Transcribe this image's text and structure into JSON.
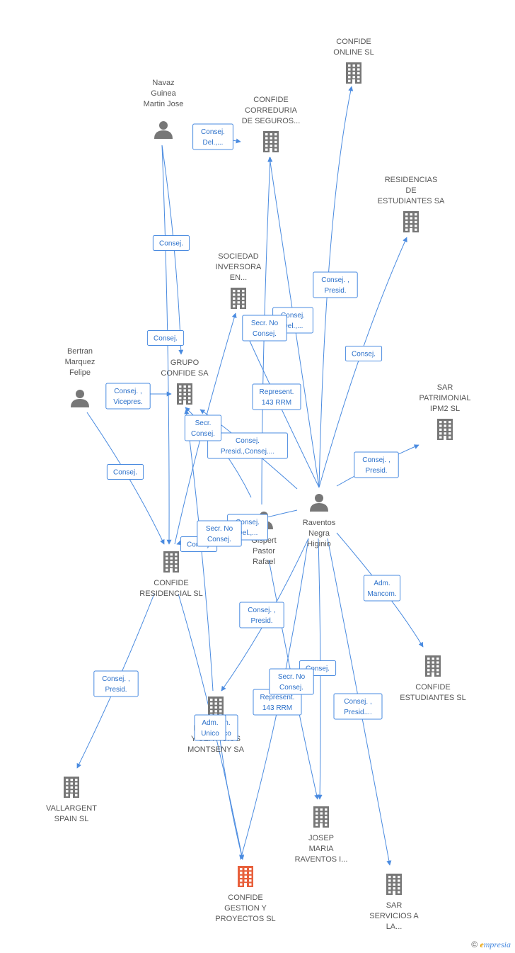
{
  "colors": {
    "edge": "#4a8be0",
    "label": "#2a6fc9",
    "node": "#777777",
    "focus": "#e8603c"
  },
  "nodes": [
    {
      "id": "confide_online",
      "type": "company",
      "lines": [
        "CONFIDE",
        "ONLINE SL"
      ]
    },
    {
      "id": "confide_correduria",
      "type": "company",
      "lines": [
        "CONFIDE",
        "CORREDURIA",
        "DE SEGUROS..."
      ]
    },
    {
      "id": "residencias",
      "type": "company",
      "lines": [
        "RESIDENCIAS",
        "DE",
        "ESTUDIANTES SA"
      ]
    },
    {
      "id": "sociedad_inversora",
      "type": "company",
      "lines": [
        "SOCIEDAD",
        "INVERSORA",
        "EN..."
      ]
    },
    {
      "id": "grupo_confide",
      "type": "company",
      "lines": [
        "GRUPO",
        "CONFIDE SA"
      ]
    },
    {
      "id": "sar_patrimonial",
      "type": "company",
      "lines": [
        "SAR",
        "PATRIMONIAL",
        "IPM2 SL"
      ]
    },
    {
      "id": "confide_residencial",
      "type": "company",
      "lines": [
        "CONFIDE",
        "RESIDENCIAL SL"
      ]
    },
    {
      "id": "confide_estudiantes",
      "type": "company",
      "lines": [
        "CONFIDE",
        "ESTUDIANTES SL"
      ]
    },
    {
      "id": "montseny",
      "type": "company",
      "lines": [
        "INMUEBLES",
        "Y SERVICIOS",
        "MONTSENY SA"
      ]
    },
    {
      "id": "vallargent",
      "type": "company",
      "lines": [
        "VALLARGENT",
        "SPAIN SL"
      ]
    },
    {
      "id": "josep_maria",
      "type": "company",
      "lines": [
        "JOSEP",
        "MARIA",
        "RAVENTOS I..."
      ]
    },
    {
      "id": "confide_gestion",
      "type": "company",
      "focus": true,
      "lines": [
        "CONFIDE",
        "GESTION Y",
        "PROYECTOS SL"
      ]
    },
    {
      "id": "sar_servicios",
      "type": "company",
      "lines": [
        "SAR",
        "SERVICIOS A",
        "LA..."
      ]
    },
    {
      "id": "navaz",
      "type": "person",
      "lines": [
        "Navaz",
        "Guinea",
        "Martin Jose"
      ]
    },
    {
      "id": "bertran",
      "type": "person",
      "lines": [
        "Bertran",
        "Marquez",
        "Felipe"
      ]
    },
    {
      "id": "gispert",
      "type": "person",
      "lines": [
        "Gispert",
        "Pastor",
        "Rafael"
      ]
    },
    {
      "id": "raventos",
      "type": "person",
      "lines": [
        "Raventos",
        "Negra",
        "Higinio"
      ]
    }
  ],
  "edges": [
    {
      "from": "navaz",
      "to": "confide_correduria",
      "label": [
        "Consej.",
        "Del.,..."
      ]
    },
    {
      "from": "navaz",
      "to": "grupo_confide",
      "label": [
        "Consej."
      ]
    },
    {
      "from": "navaz",
      "to": "confide_residencial",
      "label": [
        "Consej."
      ]
    },
    {
      "from": "bertran",
      "to": "grupo_confide",
      "label": [
        "Consej. ,",
        "Vicepres."
      ]
    },
    {
      "from": "bertran",
      "to": "confide_residencial",
      "label": [
        "Consej."
      ]
    },
    {
      "from": "raventos",
      "to": "confide_online",
      "label": [
        "Consej. ,",
        "Presid."
      ]
    },
    {
      "from": "raventos",
      "to": "confide_correduria",
      "label": [
        "Consej.",
        "Del.,..."
      ]
    },
    {
      "from": "raventos",
      "to": "residencias",
      "label": [
        "Consej."
      ]
    },
    {
      "from": "raventos",
      "to": "sociedad_inversora",
      "label": [
        "Secr.  No",
        "Consej."
      ]
    },
    {
      "from": "raventos",
      "to": "grupo_confide",
      "label": [
        "Consej.",
        "Presid.,Consej...."
      ]
    },
    {
      "from": "raventos",
      "to": "sar_patrimonial",
      "label": [
        "Consej. ,",
        "Presid."
      ]
    },
    {
      "from": "raventos",
      "to": "confide_estudiantes",
      "label": [
        "Adm.",
        "Mancom."
      ]
    },
    {
      "from": "raventos",
      "to": "montseny",
      "label": [
        "Consej. ,",
        "Presid."
      ]
    },
    {
      "from": "raventos",
      "to": "josep_maria",
      "label": [
        "Consej."
      ]
    },
    {
      "from": "raventos",
      "to": "confide_gestion",
      "label": [
        "Represent.",
        "143 RRM"
      ]
    },
    {
      "from": "raventos",
      "to": "sar_servicios",
      "label": [
        "Consej. ,",
        "Presid...."
      ]
    },
    {
      "from": "raventos",
      "to": "confide_residencial",
      "label": [
        "Consej.",
        "Del.,..."
      ]
    },
    {
      "from": "gispert",
      "to": "confide_correduria",
      "label": [
        "Represent.",
        "143 RRM"
      ]
    },
    {
      "from": "gispert",
      "to": "grupo_confide",
      "label": [
        "Secr.",
        "Consej."
      ]
    },
    {
      "from": "gispert",
      "to": "josep_maria",
      "label": [
        "Secr.  No",
        "Consej."
      ]
    },
    {
      "from": "confide_residencial",
      "to": "sociedad_inversora",
      "label": [
        "Consej."
      ]
    },
    {
      "from": "confide_residencial",
      "to": "vallargent",
      "label": [
        "Consej. ,",
        "Presid."
      ]
    },
    {
      "from": "confide_residencial",
      "to": "confide_gestion",
      "label": [
        "Secr.  No",
        "Consej."
      ]
    },
    {
      "from": "montseny",
      "to": "grupo_confide",
      "label": [
        "Adm.",
        "Unico"
      ]
    },
    {
      "from": "montseny",
      "to": "confide_gestion",
      "label": [
        "Adm.",
        "Unico"
      ]
    }
  ],
  "footer": {
    "copyright": "©",
    "brand_first": "e",
    "brand_rest": "mpresia"
  }
}
